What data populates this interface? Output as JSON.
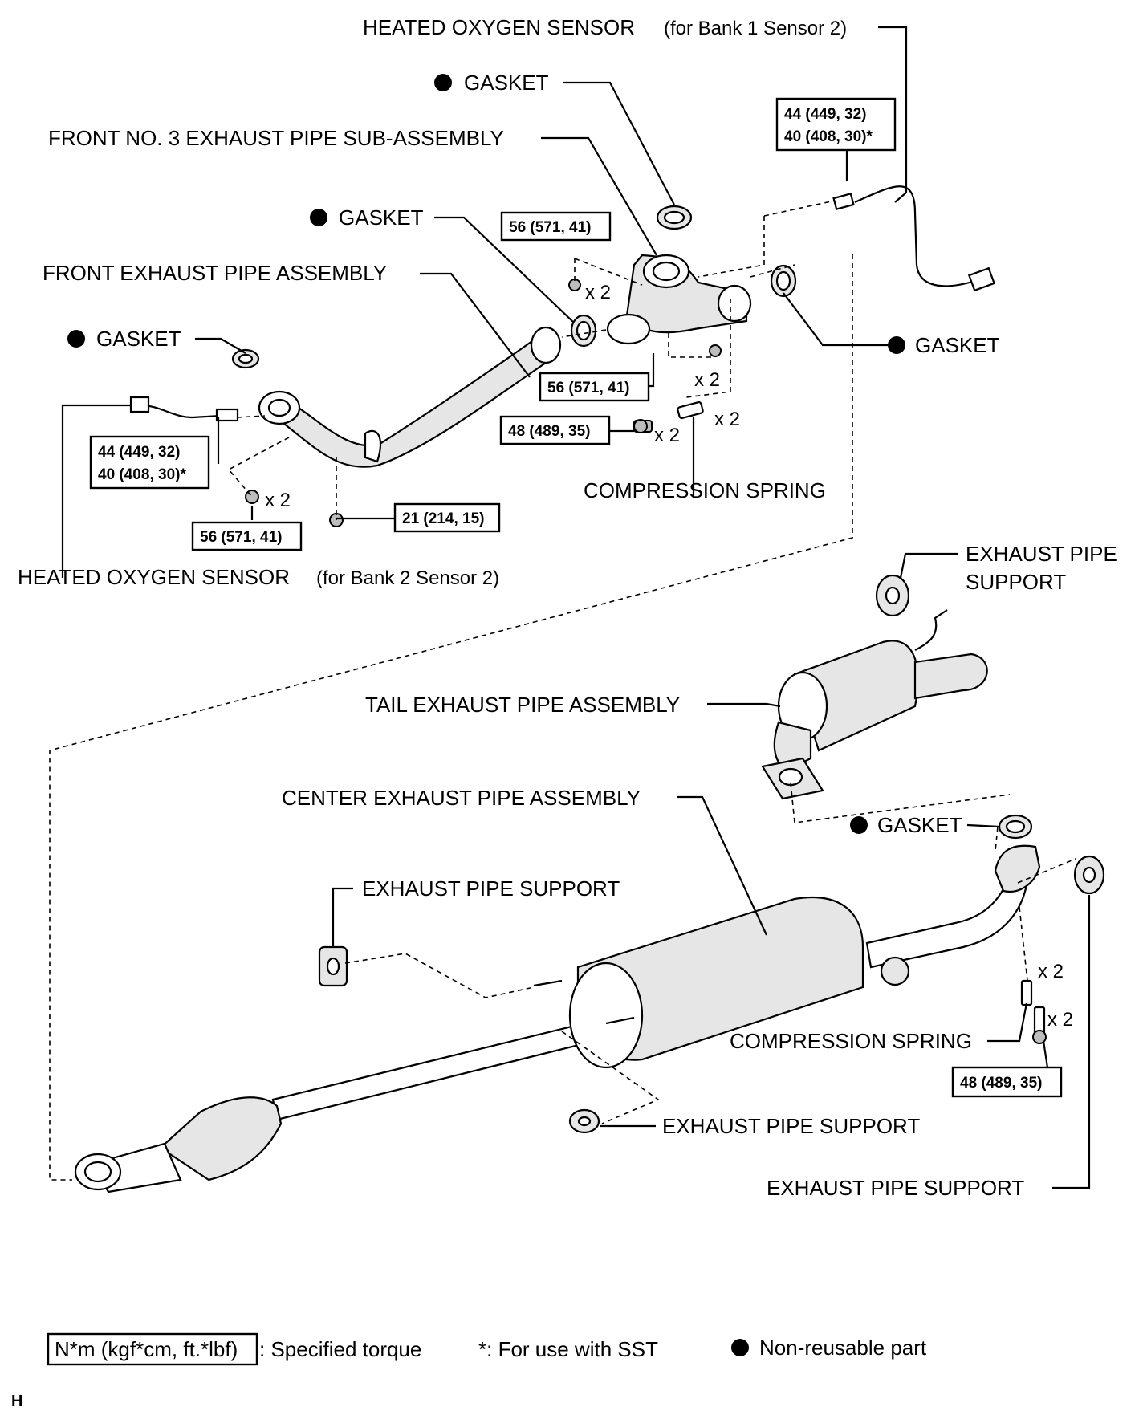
{
  "labels": {
    "ho2s_bank1": "HEATED OXYGEN SENSOR",
    "ho2s_bank1_note": "(for Bank 1 Sensor 2)",
    "gasket_top": "GASKET",
    "front3_pipe": "FRONT NO. 3 EXHAUST PIPE SUB-ASSEMBLY",
    "gasket_mid": "GASKET",
    "front_pipe": "FRONT EXHAUST PIPE ASSEMBLY",
    "gasket_left": "GASKET",
    "gasket_right": "GASKET",
    "compression_spring_top": "COMPRESSION SPRING",
    "ho2s_bank2": "HEATED OXYGEN SENSOR",
    "ho2s_bank2_note": "(for Bank 2 Sensor 2)",
    "support_top_right_1": "EXHAUST PIPE",
    "support_top_right_2": "SUPPORT",
    "tail_pipe": "TAIL EXHAUST PIPE ASSEMBLY",
    "center_pipe": "CENTER EXHAUST PIPE ASSEMBLY",
    "gasket_lower": "GASKET",
    "support_left": "EXHAUST PIPE SUPPORT",
    "compression_spring_bottom": "COMPRESSION SPRING",
    "support_mid": "EXHAUST PIPE SUPPORT",
    "support_bottom_right": "EXHAUST PIPE SUPPORT"
  },
  "torques": {
    "t_ho2s1_a": "44 (449, 32)",
    "t_ho2s1_b": "40 (408, 30)*",
    "t_56_top": "56 (571, 41)",
    "t_56_mid": "56 (571, 41)",
    "t_48_top": "48 (489, 35)",
    "t_ho2s2_a": "44 (449, 32)",
    "t_ho2s2_b": "40 (408, 30)*",
    "t_56_left": "56 (571, 41)",
    "t_21": "21 (214, 15)",
    "t_48_bottom": "48 (489, 35)"
  },
  "qty": {
    "q1": "x 2",
    "q2": "x 2",
    "q3": "x 2",
    "q4": "x 2",
    "q5": "x 2",
    "q6": "x 2",
    "q7": "x 2"
  },
  "legend": {
    "torque_box": "N*m (kgf*cm, ft.*lbf)",
    "torque_text": ": Specified torque",
    "sst_text": "*: For use with SST",
    "nonreusable_text": "Non-reusable part"
  },
  "corner_mark": "H"
}
